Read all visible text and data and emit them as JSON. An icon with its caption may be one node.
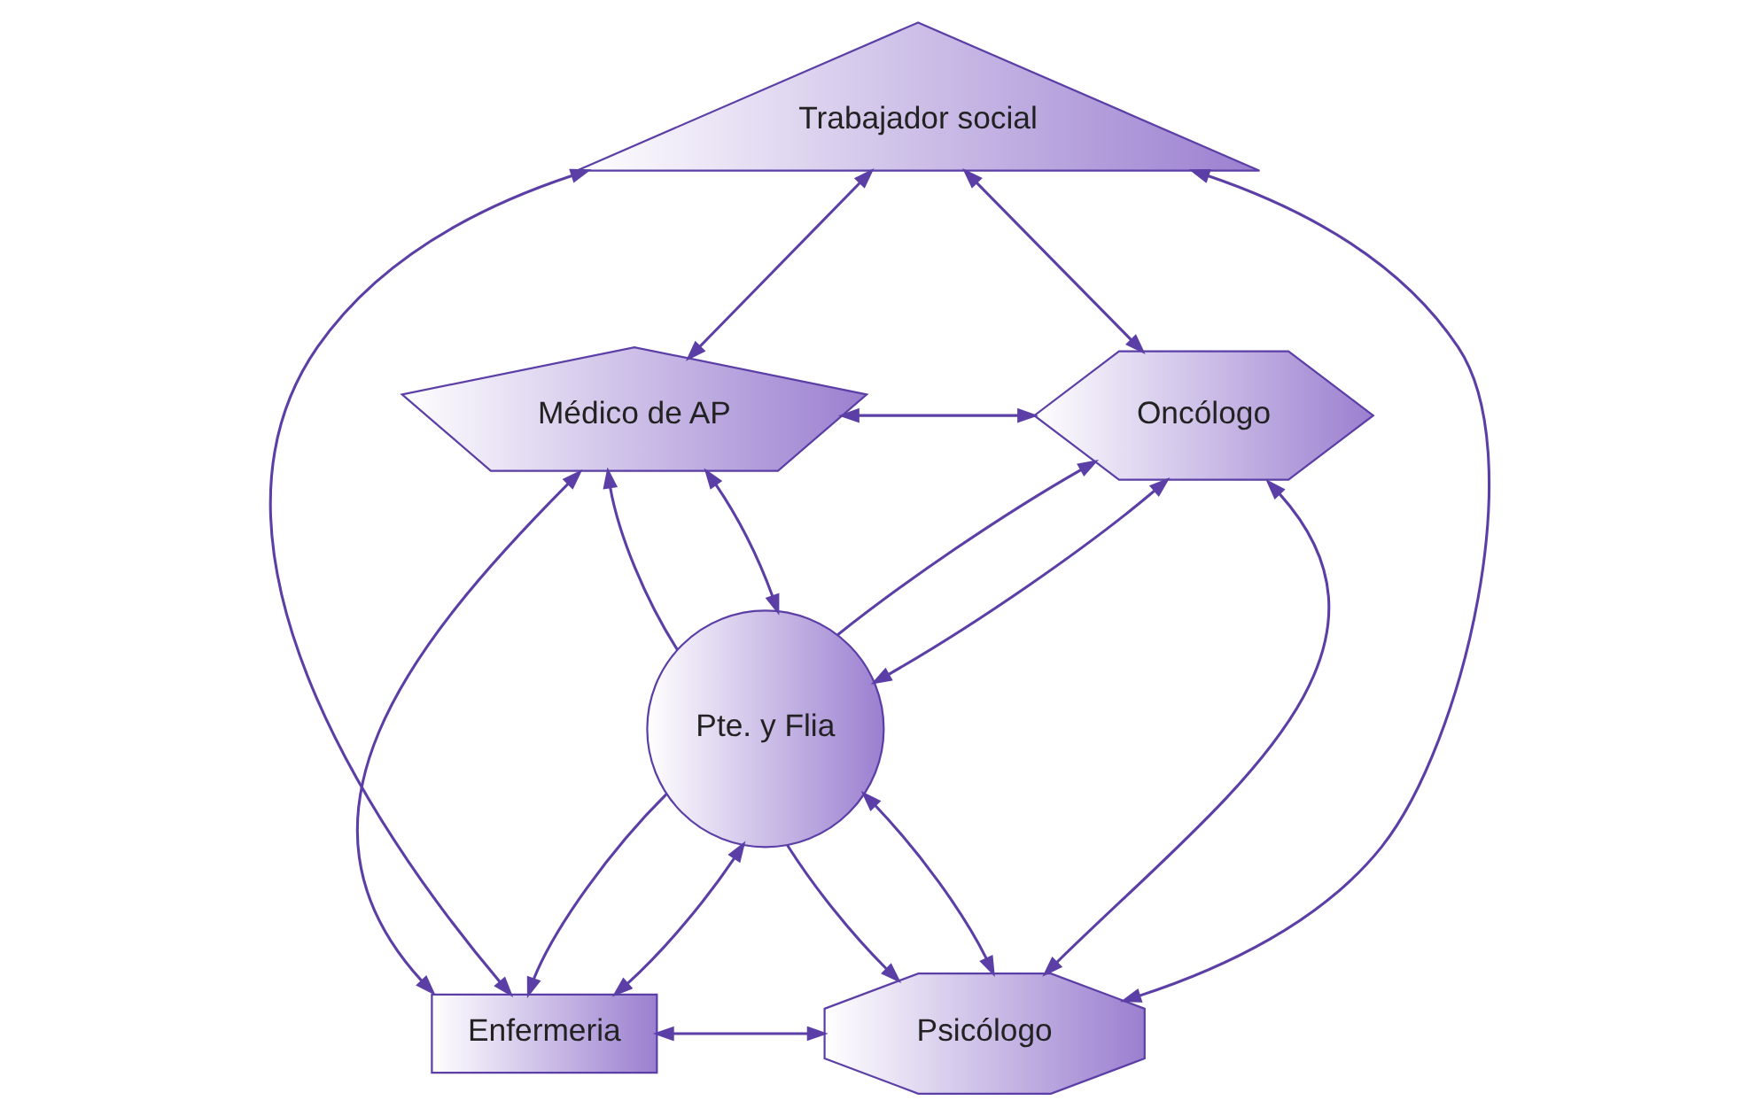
{
  "diagram": {
    "nodes": [
      {
        "text": [
          "Trabajador social"
        ]
      },
      {
        "text": [
          "Médico de AP"
        ]
      },
      {
        "text": [
          "Oncólogo"
        ]
      },
      {
        "text": [
          "Pte. y Flia"
        ]
      },
      {
        "text": [
          "Enfermeria"
        ]
      },
      {
        "text": [
          "Psicólogo"
        ]
      }
    ],
    "edges": [
      {
        "from": 0,
        "to": 1,
        "arrow": "both"
      },
      {
        "from": 0,
        "to": 2,
        "arrow": "both"
      },
      {
        "from": 1,
        "to": 2,
        "arrow": "both"
      },
      {
        "from": 0,
        "to": 4,
        "arrow": "both"
      },
      {
        "from": 0,
        "to": 5,
        "arrow": "both"
      },
      {
        "from": 3,
        "to": 1,
        "arrow": "to"
      },
      {
        "from": 3,
        "to": 1,
        "arrow": "both"
      },
      {
        "from": 3,
        "to": 2,
        "arrow": "to"
      },
      {
        "from": 3,
        "to": 2,
        "arrow": "both"
      },
      {
        "from": 1,
        "to": 4,
        "arrow": "both"
      },
      {
        "from": 2,
        "to": 5,
        "arrow": "both"
      },
      {
        "from": 3,
        "to": 4,
        "arrow": "to"
      },
      {
        "from": 3,
        "to": 4,
        "arrow": "both"
      },
      {
        "from": 3,
        "to": 5,
        "arrow": "to"
      },
      {
        "from": 3,
        "to": 5,
        "arrow": "both"
      },
      {
        "from": 4,
        "to": 5,
        "arrow": "both"
      }
    ]
  }
}
